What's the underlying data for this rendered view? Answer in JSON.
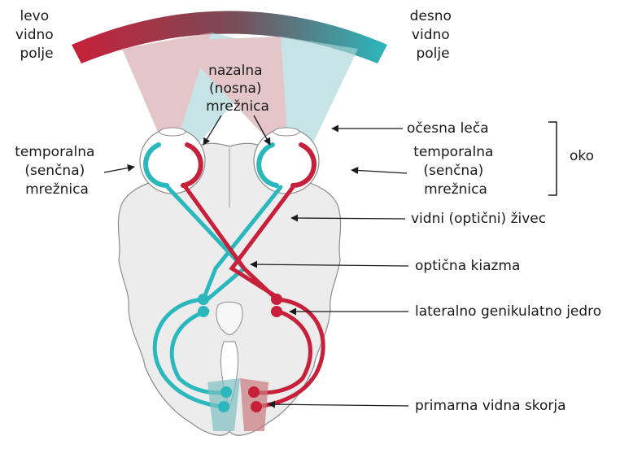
{
  "colors": {
    "left_field": "#c8203a",
    "right_field": "#2bb8bc",
    "brain_fill": "#ececec",
    "brain_stroke": "#8c8c8c",
    "cone_red": "#d8a9ab",
    "cone_teal": "#a9d6d8"
  },
  "labels": {
    "left_field": [
      "levo",
      "vidno",
      "polje"
    ],
    "right_field": [
      "desno",
      "vidno",
      "polje"
    ],
    "nasal_retina": [
      "nazalna",
      "(nosna)",
      "mrežnica"
    ],
    "temporal_retina_left": [
      "temporalna",
      "(senčna)",
      "mrežnica"
    ],
    "temporal_retina_right": [
      "temporalna",
      "(senčna)",
      "mrežnica"
    ],
    "lens": "očesna leča",
    "eye": "oko",
    "optic_nerve": "vidni (optični) živec",
    "chiasm": "optična kiazma",
    "lgn": "lateralno genikulatno jedro",
    "visual_cortex": "primarna vidna skorja"
  }
}
